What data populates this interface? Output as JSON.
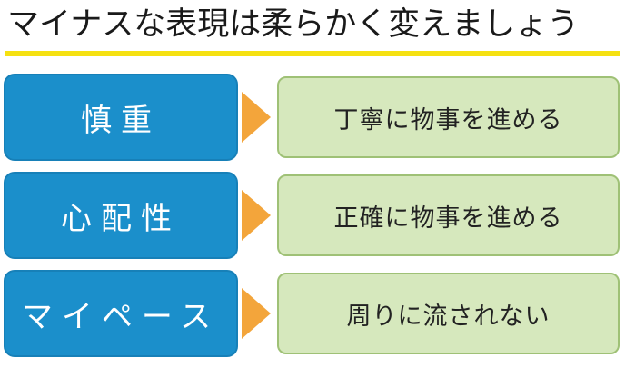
{
  "title": "マイナスな表現は柔らかく変えましょう",
  "colors": {
    "title_underline": "#f5e112",
    "left_box": "#1b8fcb",
    "arrow": "#f3a53b",
    "right_box": "#d6e8bd",
    "right_box_border": "#9fc176"
  },
  "rows": [
    {
      "negative": "慎重",
      "positive": "丁寧に物事を進める"
    },
    {
      "negative": "心配性",
      "positive": "正確に物事を進める"
    },
    {
      "negative": "マイペース",
      "positive": "周りに流されない"
    }
  ]
}
